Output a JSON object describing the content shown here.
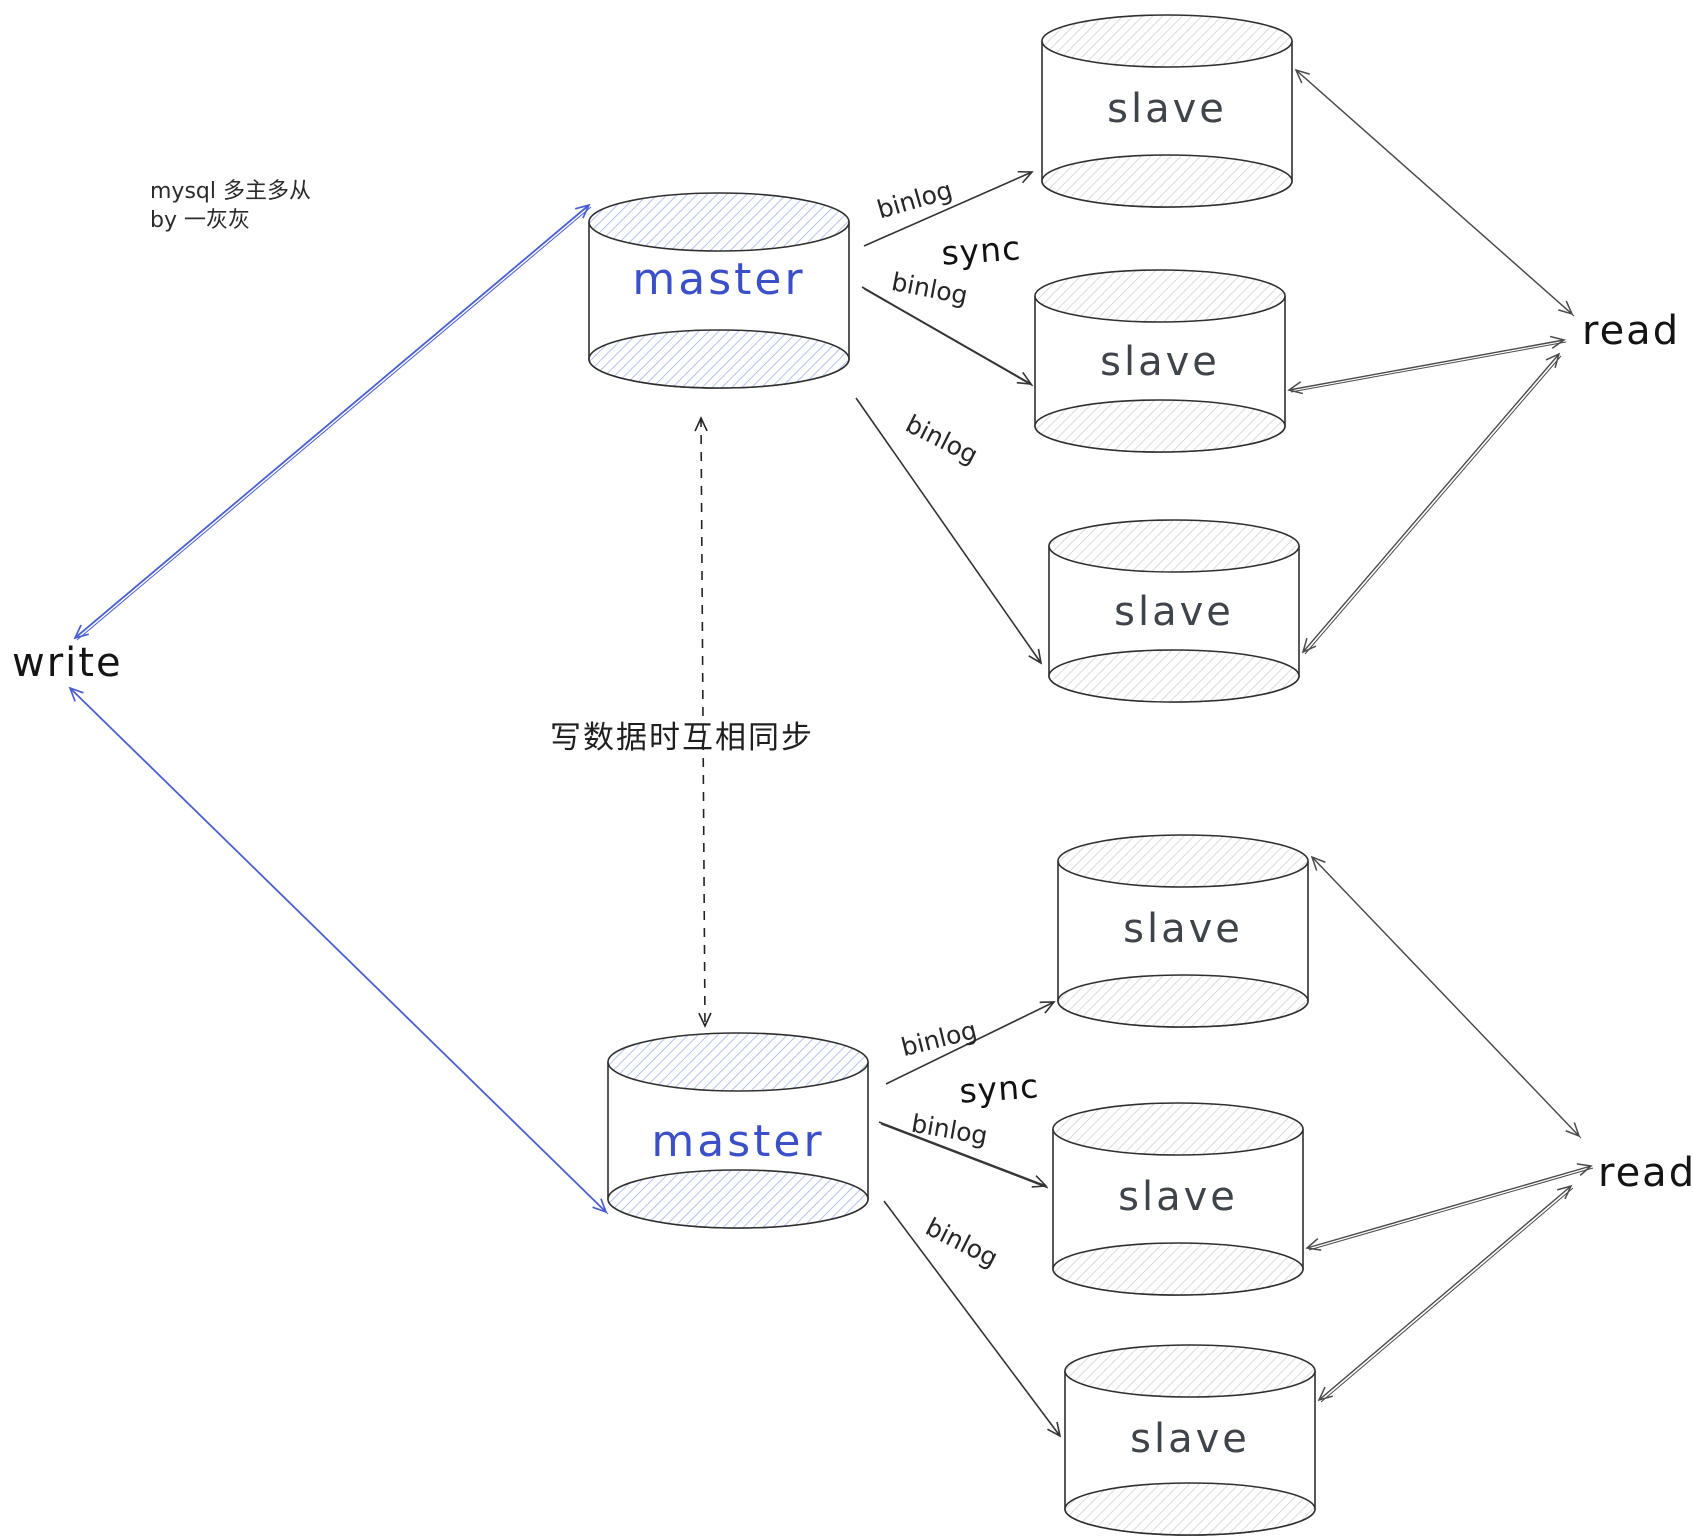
{
  "diagram": {
    "title_line1": "mysql 多主多从",
    "title_line2": "by 一灰灰",
    "write_label": "write",
    "read_label_top": "read",
    "read_label_bottom": "read",
    "sync_note": "写数据时互相同步",
    "sync_label_top": "sync",
    "sync_label_bottom": "sync",
    "binlog_label": "binlog",
    "master_top_label": "master",
    "master_bottom_label": "master",
    "slaves_top": [
      "slave",
      "slave",
      "slave"
    ],
    "slaves_bottom": [
      "slave",
      "slave",
      "slave"
    ]
  },
  "colors": {
    "master_text": "#3b50c8",
    "blue_arrow": "#4a5fd0",
    "blue_hatch": "#a6b8ec",
    "gray_hatch": "#c9c9c9",
    "node_stroke": "#2f2f2f",
    "slave_text": "#3f444a",
    "dark_arrow": "#333333",
    "background": "#ffffff"
  }
}
